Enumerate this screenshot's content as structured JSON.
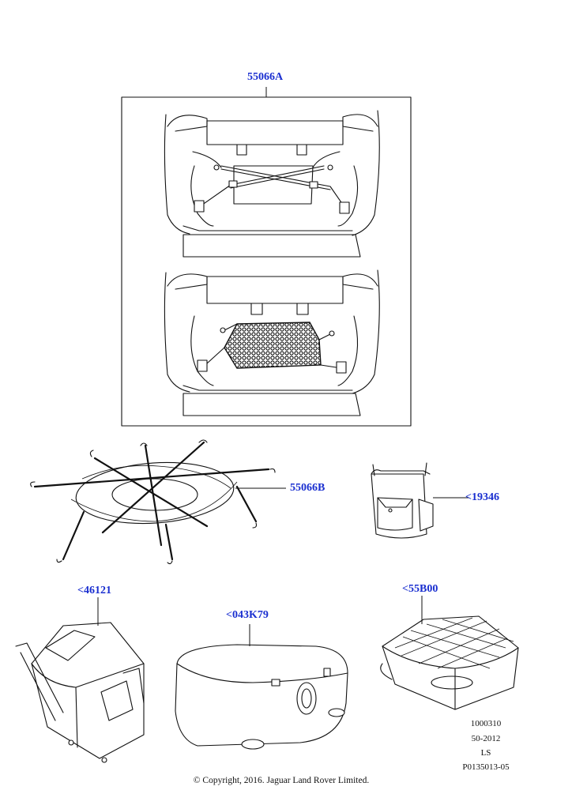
{
  "callouts": {
    "kit_a": "55066A",
    "kit_b": "55066B",
    "pouch": "<19346",
    "luggage": "<46121",
    "roof_box": "<043K79",
    "cargo_bag": "<55B00"
  },
  "meta": {
    "line1": "1000310",
    "line2": "50-2012",
    "line3": "LS",
    "line4": "P0135013-05"
  },
  "copyright": "© Copyright, 2016. Jaguar Land Rover Limited.",
  "colors": {
    "callout": "#1a2fd0",
    "line": "#111111"
  }
}
